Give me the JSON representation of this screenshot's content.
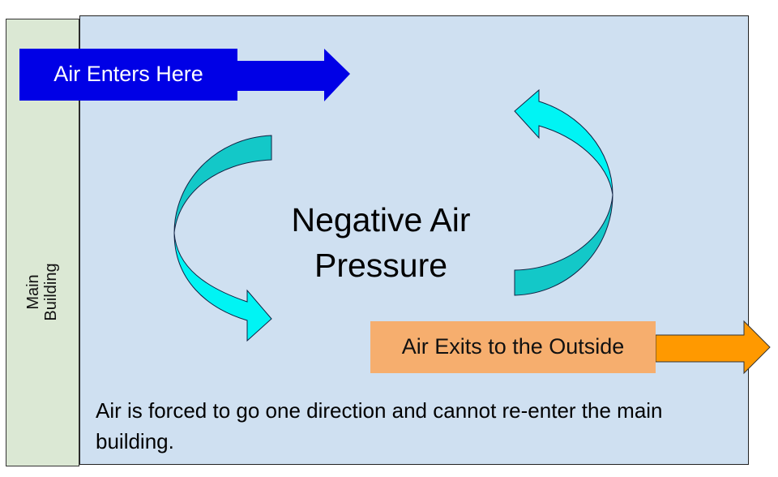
{
  "building": {
    "label_line1": "Main",
    "label_line2": "Building"
  },
  "enter_arrow": {
    "label": "Air Enters Here",
    "color": "#0000e6"
  },
  "exit_arrow": {
    "label": "Air Exits to the Outside",
    "color": "#ff9900",
    "label_bg": "#f6ae6e"
  },
  "center": {
    "line1": "Negative Air",
    "line2": "Pressure"
  },
  "note": "Air is forced to go one direction and cannot re-enter the main building.",
  "colors": {
    "zone": "#cfe0f1",
    "building": "#dbe8d4",
    "arrow_dark": "#13c8c8",
    "arrow_light": "#00f4f4"
  }
}
